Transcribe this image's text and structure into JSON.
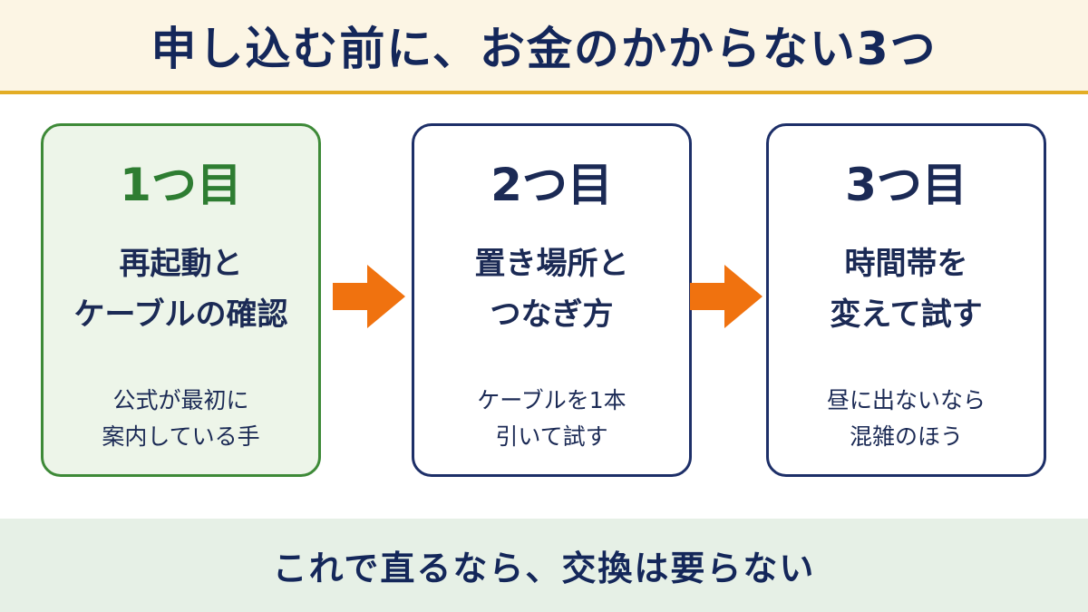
{
  "title": "申し込む前に、お金のかからない3つ",
  "steps": [
    {
      "number": "1つ目",
      "heading": [
        "再起動と",
        "ケーブルの確認"
      ],
      "note": [
        "公式が最初に",
        "案内している手"
      ]
    },
    {
      "number": "2つ目",
      "heading": [
        "置き場所と",
        "つなぎ方"
      ],
      "note": [
        "ケーブルを1本",
        "引いて試す"
      ]
    },
    {
      "number": "3つ目",
      "heading": [
        "時間帯を",
        "変えて試す"
      ],
      "note": [
        "昼に出ないなら",
        "混雑のほう"
      ]
    }
  ],
  "footer": "これで直るなら、交換は要らない",
  "colors": {
    "header_bg": "#fcf5e4",
    "header_rule": "#e3ad25",
    "navy": "#1b2a55",
    "green": "#2e7d32",
    "green_bg": "#edf5e9",
    "arrow": "#f0720f",
    "footer_bg": "#e6f0e6"
  },
  "icons": [
    "arrow-right-icon",
    "arrow-right-icon"
  ]
}
